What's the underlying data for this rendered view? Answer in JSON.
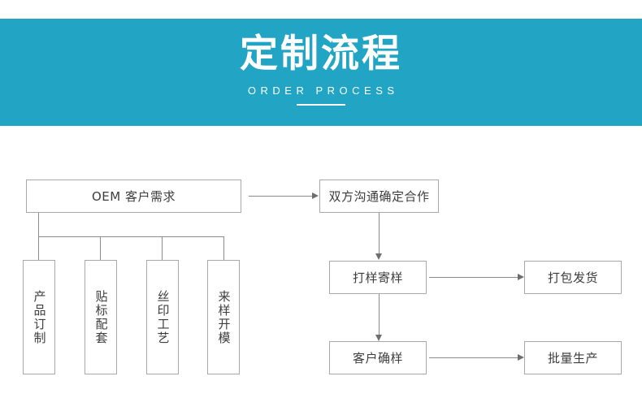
{
  "banner": {
    "title": "定制流程",
    "subtitle": "ORDER PROCESS",
    "bg_color": "#22a5c4",
    "text_color": "#ffffff"
  },
  "flowchart": {
    "line_color": "#8c8c8c",
    "box_border_color": "#a8a8a8",
    "box_text_color": "#3d3d3d",
    "nodes": {
      "oem_requirement": "OEM 客户需求",
      "mutual_agreement": "双方沟通确定合作",
      "sample_making": "打样寄样",
      "packing_shipping": "打包发货",
      "customer_confirm": "客户确样",
      "mass_production": "批量生产"
    },
    "branches": [
      {
        "label": "产品订制"
      },
      {
        "label": "贴标配套"
      },
      {
        "label": "丝印工艺"
      },
      {
        "label": "来样开模"
      }
    ]
  }
}
